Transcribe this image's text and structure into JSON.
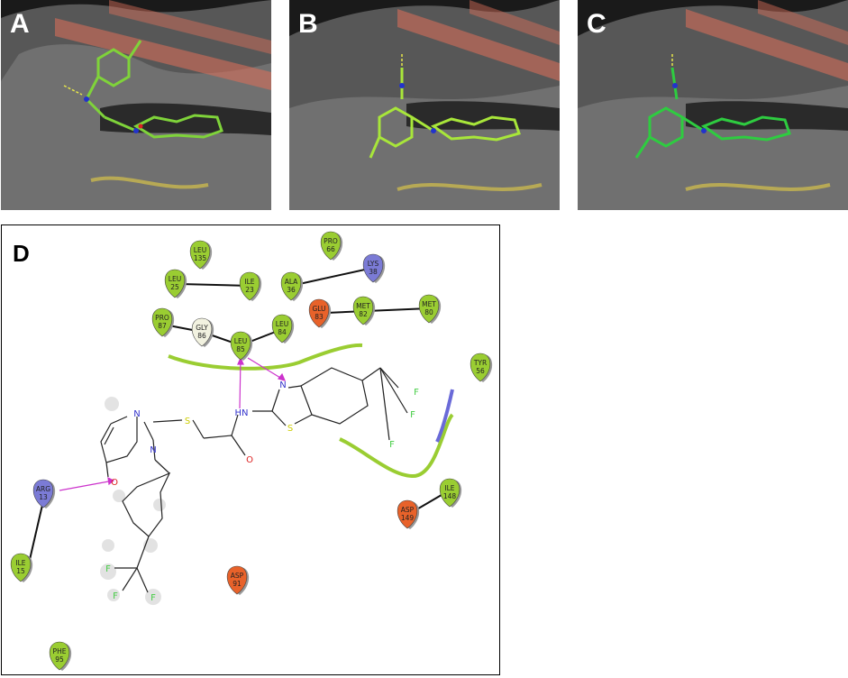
{
  "panels": {
    "a": {
      "label": "A"
    },
    "b": {
      "label": "B"
    },
    "c": {
      "label": "C"
    },
    "d": {
      "label": "D"
    }
  },
  "colors": {
    "hydrophobic": "#9acd32",
    "positive": "#7b7bd6",
    "negative": "#e8622a",
    "glycine": "#f2f2e0",
    "hbond": "#cc33cc",
    "ligand_green": "#7fd33a",
    "ribbon_red": "#e0705a",
    "ribbon_yellow": "#d6c24a",
    "surface": "#6e6e6e"
  },
  "residues": [
    {
      "name": "LEU",
      "num": "135"
    },
    {
      "name": "PRO",
      "num": "66"
    },
    {
      "name": "LEU",
      "num": "25"
    },
    {
      "name": "ILE",
      "num": "23"
    },
    {
      "name": "ALA",
      "num": "36"
    },
    {
      "name": "LYS",
      "num": "38"
    },
    {
      "name": "PRO",
      "num": "87"
    },
    {
      "name": "GLY",
      "num": "86"
    },
    {
      "name": "LEU",
      "num": "85"
    },
    {
      "name": "LEU",
      "num": "84"
    },
    {
      "name": "GLU",
      "num": "83"
    },
    {
      "name": "MET",
      "num": "82"
    },
    {
      "name": "MET",
      "num": "80"
    },
    {
      "name": "TYR",
      "num": "56"
    },
    {
      "name": "ARG",
      "num": "13"
    },
    {
      "name": "ILE",
      "num": "148"
    },
    {
      "name": "ASP",
      "num": "149"
    },
    {
      "name": "ILE",
      "num": "15"
    },
    {
      "name": "ASP",
      "num": "91"
    },
    {
      "name": "PHE",
      "num": "95"
    }
  ],
  "atoms": {
    "n1": "N",
    "n2": "N",
    "n3": "N",
    "hn": "HN",
    "s1": "S",
    "s2": "S",
    "o1": "O",
    "o2": "O",
    "f1": "F",
    "f2": "F",
    "f3": "F",
    "f4": "F",
    "f5": "F",
    "f6": "F"
  }
}
